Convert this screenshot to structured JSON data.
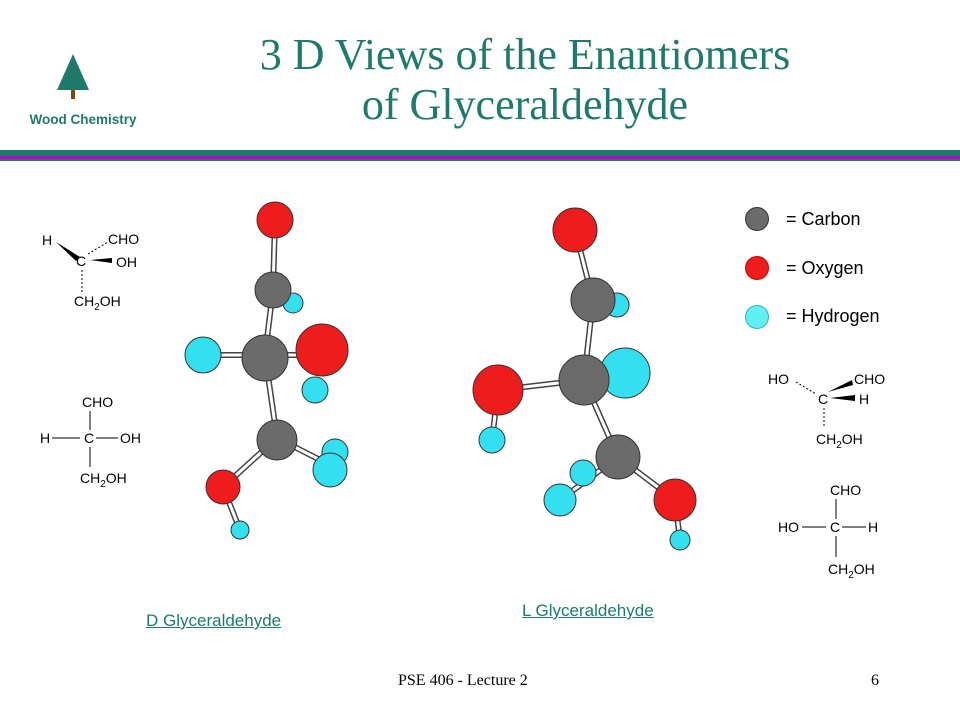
{
  "slide": {
    "title_line1": "3 D Views of the Enantiomers",
    "title_line2": "of Glyceraldehyde",
    "logo_text": "Wood Chemistry"
  },
  "legend": [
    {
      "label": "= Carbon",
      "color": "#6b6b6b"
    },
    {
      "label": "= Oxygen",
      "color": "#ee1c1c"
    },
    {
      "label": "= Hydrogen",
      "color": "#33e0f0"
    }
  ],
  "molecules": {
    "d_label": "D Glyceraldehyde",
    "l_label": "L Glyceraldehyde"
  },
  "formula_text": {
    "H": "H",
    "CHO": "CHO",
    "C": "C",
    "OH": "OH",
    "HO": "HO",
    "CH2": "CH",
    "sub2": "2",
    "CH2OH_tail": "OH"
  },
  "footer": {
    "course": "PSE 406 - Lecture 2",
    "page": "6"
  }
}
